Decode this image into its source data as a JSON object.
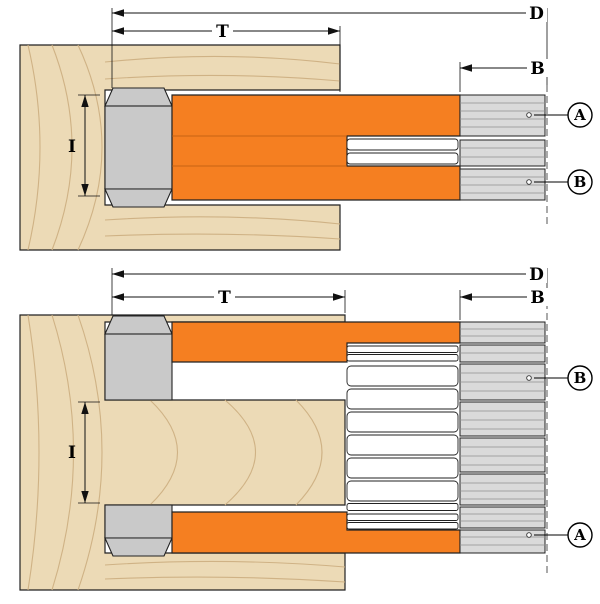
{
  "colors": {
    "wood": "#ecdab6",
    "wood_grain": "#cfb285",
    "cutter": "#f57f21",
    "cutter_edge": "#b85a10",
    "hub": "#c9c9c9",
    "spacer": "#dadada",
    "spacer_line": "#8f8f8f",
    "outline": "#222222",
    "dim": "#111111"
  },
  "top_diagram": {
    "dims": {
      "d": "D",
      "t": "T",
      "b": "B",
      "i": "I"
    },
    "callouts": {
      "a": "A",
      "b": "B"
    }
  },
  "bottom_diagram": {
    "dims": {
      "d": "D",
      "t": "T",
      "b": "B",
      "i": "I"
    },
    "callouts": {
      "a": "A",
      "b": "B"
    }
  }
}
